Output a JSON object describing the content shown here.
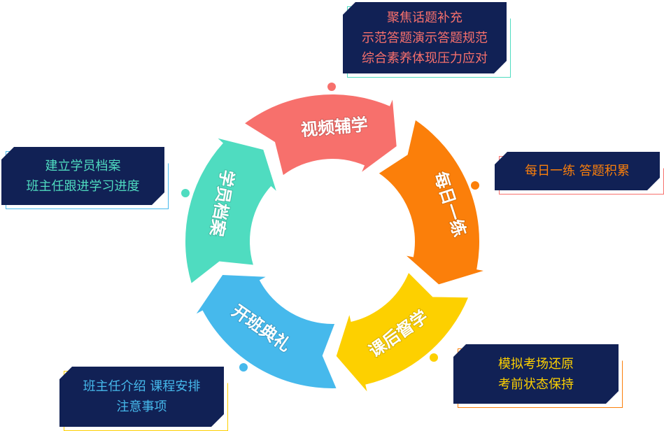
{
  "colors": {
    "red": "#f7706c",
    "orange": "#fb7f0a",
    "yellow": "#fdd000",
    "blue": "#46b9ec",
    "teal": "#4fdcc0",
    "panel": "#112155"
  },
  "segments": [
    {
      "label": "视频辅学",
      "color": "#f7706c"
    },
    {
      "label": "每日一练",
      "color": "#fb7f0a"
    },
    {
      "label": "课后督学",
      "color": "#fdd000"
    },
    {
      "label": "开班典礼",
      "color": "#46b9ec"
    },
    {
      "label": "学员档案",
      "color": "#4fdcc0"
    }
  ],
  "boxes": [
    {
      "lines": [
        "聚焦话题补充",
        "示范答题演示答题规范",
        "综合素养体现压力应对"
      ]
    },
    {
      "lines": [
        "每日一练 答题积累"
      ]
    },
    {
      "lines": [
        "模拟考场还原",
        "考前状态保持"
      ]
    },
    {
      "lines": [
        "班主任介绍 课程安排",
        "注意事项"
      ]
    },
    {
      "lines": [
        "建立学员档案",
        "班主任跟进学习进度"
      ]
    }
  ]
}
